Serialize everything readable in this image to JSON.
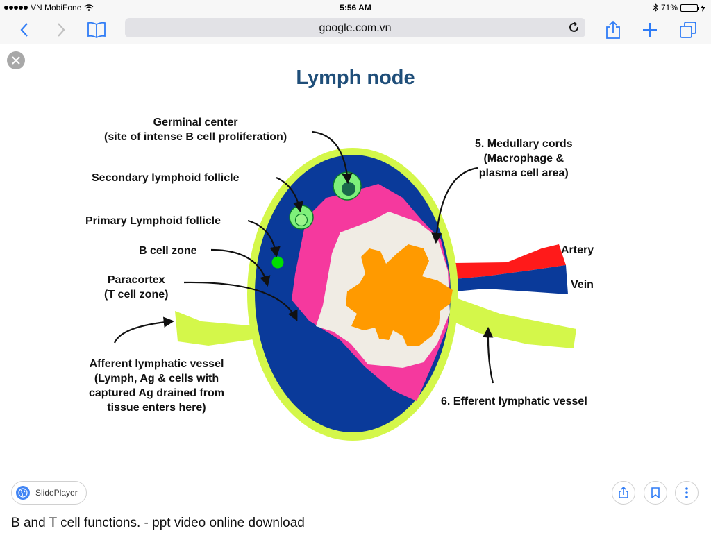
{
  "status": {
    "carrier": "VN MobiFone",
    "time": "5:56 AM",
    "battery": "71%",
    "battery_level": 0.71
  },
  "toolbar": {
    "url": "google.com.vn"
  },
  "diagram": {
    "title": "Lymph node",
    "labels": {
      "germinal": "Germinal center\n(site of intense B cell proliferation)",
      "secondary": "Secondary lymphoid follicle",
      "primary": "Primary Lymphoid follicle",
      "bzone": "B cell zone",
      "paracortex": "Paracortex\n(T cell zone)",
      "afferent": "Afferent lymphatic vessel\n(Lymph, Ag & cells with\ncaptured Ag drained from\ntissue enters here)",
      "medullary": "5. Medullary cords\n(Macrophage &\nplasma cell area)",
      "artery": "Artery",
      "vein": "Vein",
      "efferent": "6. Efferent lymphatic vessel"
    },
    "colors": {
      "capsule": "#d4f74a",
      "cortex": "#0a3a9a",
      "paracortex": "#f5399e",
      "medulla": "#f0ece4",
      "sinus": "#ff9a00",
      "follicle": "#7ef07a",
      "artery": "#ff1a1a",
      "vein": "#0a3a9a"
    }
  },
  "result": {
    "source": "SlidePlayer",
    "caption": "B and T cell functions. - ppt video online download"
  }
}
